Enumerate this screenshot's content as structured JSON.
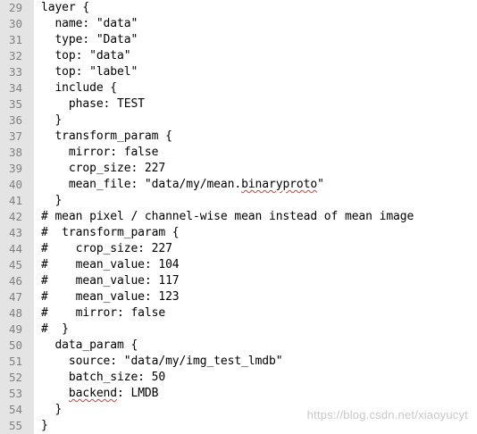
{
  "editor": {
    "lines": [
      {
        "number": "29",
        "pre": "layer {",
        "mark": "",
        "post": ""
      },
      {
        "number": "30",
        "pre": "  name: \"data\"",
        "mark": "",
        "post": ""
      },
      {
        "number": "31",
        "pre": "  type: \"Data\"",
        "mark": "",
        "post": ""
      },
      {
        "number": "32",
        "pre": "  top: \"data\"",
        "mark": "",
        "post": ""
      },
      {
        "number": "33",
        "pre": "  top: \"label\"",
        "mark": "",
        "post": ""
      },
      {
        "number": "34",
        "pre": "  include {",
        "mark": "",
        "post": ""
      },
      {
        "number": "35",
        "pre": "    phase: TEST",
        "mark": "",
        "post": ""
      },
      {
        "number": "36",
        "pre": "  }",
        "mark": "",
        "post": ""
      },
      {
        "number": "37",
        "pre": "  transform_param {",
        "mark": "",
        "post": ""
      },
      {
        "number": "38",
        "pre": "    mirror: false",
        "mark": "",
        "post": ""
      },
      {
        "number": "39",
        "pre": "    crop_size: 227",
        "mark": "",
        "post": ""
      },
      {
        "number": "40",
        "pre": "    mean_file: \"data/my/mean.",
        "mark": "binaryproto",
        "post": "\""
      },
      {
        "number": "41",
        "pre": "  }",
        "mark": "",
        "post": ""
      },
      {
        "number": "42",
        "pre": "# mean pixel / channel-wise mean instead of mean image",
        "mark": "",
        "post": ""
      },
      {
        "number": "43",
        "pre": "#  transform_param {",
        "mark": "",
        "post": ""
      },
      {
        "number": "44",
        "pre": "#    crop_size: 227",
        "mark": "",
        "post": ""
      },
      {
        "number": "45",
        "pre": "#    mean_value: 104",
        "mark": "",
        "post": ""
      },
      {
        "number": "46",
        "pre": "#    mean_value: 117",
        "mark": "",
        "post": ""
      },
      {
        "number": "47",
        "pre": "#    mean_value: 123",
        "mark": "",
        "post": ""
      },
      {
        "number": "48",
        "pre": "#    mirror: false",
        "mark": "",
        "post": ""
      },
      {
        "number": "49",
        "pre": "#  }",
        "mark": "",
        "post": ""
      },
      {
        "number": "50",
        "pre": "  data_param {",
        "mark": "",
        "post": ""
      },
      {
        "number": "51",
        "pre": "    source: \"data/my/img_test_lmdb\"",
        "mark": "",
        "post": ""
      },
      {
        "number": "52",
        "pre": "    batch_size: 50",
        "mark": "",
        "post": ""
      },
      {
        "number": "53",
        "pre": "    ",
        "mark": "backend",
        "post": ": LMDB"
      },
      {
        "number": "54",
        "pre": "  }",
        "mark": "",
        "post": ""
      },
      {
        "number": "55",
        "pre": "}",
        "mark": "",
        "post": ""
      }
    ]
  },
  "watermark": "https://blog.csdn.net/xiaoyucyt",
  "colors": {
    "gutter_background": "#e4e4e4",
    "line_number": "#808080",
    "code_text": "#000000",
    "spellcheck_underline": "#d63a3a",
    "watermark_text": "#c8c8c8"
  }
}
